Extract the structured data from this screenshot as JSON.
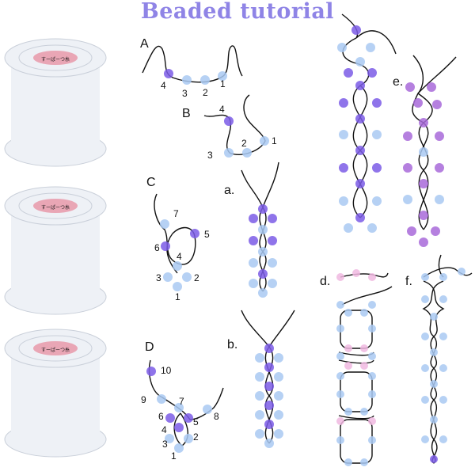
{
  "title": "Beaded tutorial",
  "colors": {
    "title": "#8f84e6",
    "bead_purple": "#7b5ce6",
    "bead_blue": "#a9c9f2",
    "bead_violet": "#a86ad9",
    "bead_pink": "#f0b8e0",
    "spool_body": "#eef1f6",
    "spool_edge": "#c9cfd9",
    "spool_label": "#e9a6b5",
    "thread": "#111111"
  },
  "spool": {
    "label_text": "すーぱーつ糸"
  },
  "steps": {
    "A": {
      "letter": "A",
      "numbers": [
        "4",
        "3",
        "2",
        "1"
      ]
    },
    "B": {
      "letter": "B",
      "numbers": [
        "4",
        "3",
        "2",
        "1"
      ]
    },
    "C": {
      "letter": "C",
      "numbers": [
        "7",
        "5",
        "6",
        "4",
        "3",
        "2",
        "1"
      ]
    },
    "D": {
      "letter": "D",
      "numbers": [
        "10",
        "9",
        "7",
        "6",
        "5",
        "8",
        "4",
        "3",
        "2",
        "1"
      ]
    }
  },
  "patterns": {
    "a": "a.",
    "b": "b.",
    "d": "d.",
    "e": "e.",
    "f": "f."
  }
}
